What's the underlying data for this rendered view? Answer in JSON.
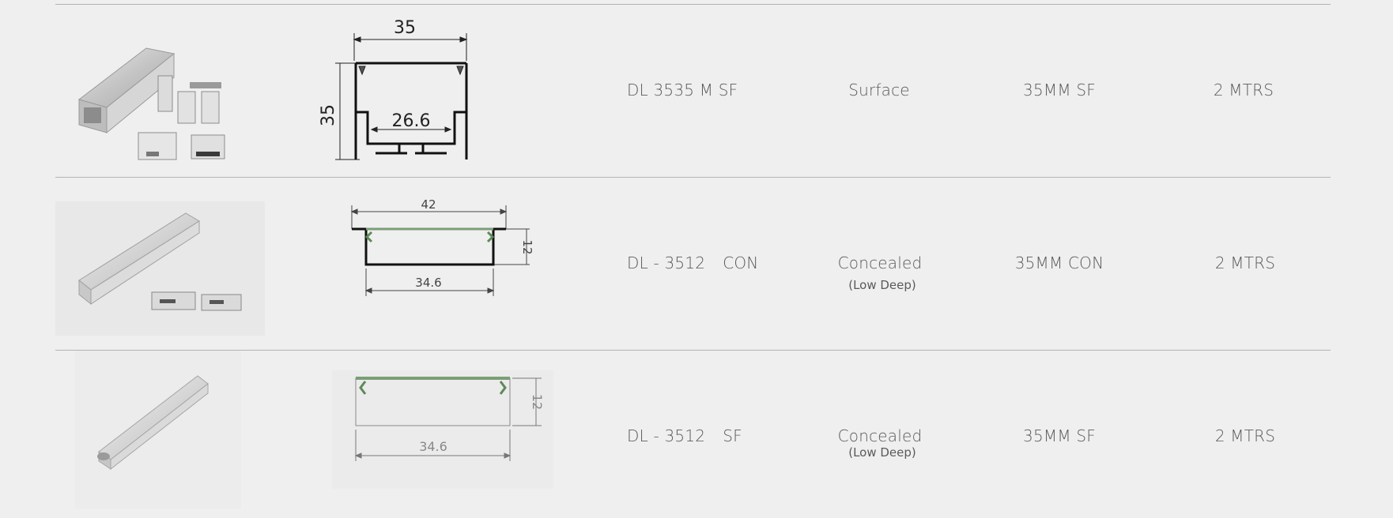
{
  "rows": [
    {
      "code_main": "DL 3535 M SF",
      "code_suffix": "",
      "mounting": "Surface",
      "mounting_note": "",
      "profile": "35MM SF",
      "length": "2 MTRS",
      "drawing_dims": {
        "width": "35",
        "height": "35",
        "inner": "26.6"
      }
    },
    {
      "code_main": "DL - 3512",
      "code_suffix": "CON",
      "mounting": "Concealed",
      "mounting_note": "(Low Deep)",
      "profile": "35MM CON",
      "length": "2 MTRS",
      "drawing_dims": {
        "width": "42",
        "height": "12",
        "inner": "34.6"
      }
    },
    {
      "code_main": "DL - 3512",
      "code_suffix": "SF",
      "mounting": "Concealed",
      "mounting_note": "(Low Deep)",
      "profile": "35MM SF",
      "length": "2 MTRS",
      "drawing_dims": {
        "width": "",
        "height": "12",
        "inner": "34.6"
      }
    }
  ]
}
